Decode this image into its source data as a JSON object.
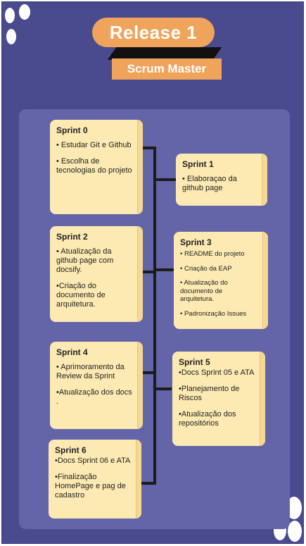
{
  "header": {
    "title": "Release 1",
    "subtitle": "Scrum Master"
  },
  "colors": {
    "background": "#4a4a8e",
    "panel": "#6464a8",
    "accent": "#f0a35a",
    "card": "#fde9b2"
  },
  "sprints": [
    {
      "title": "Sprint 0",
      "items": [
        "• Estudar Git e Github",
        "•  Escolha de tecnologias do projeto"
      ]
    },
    {
      "title": "Sprint 1",
      "items": [
        "• Elaboraçao da github page"
      ]
    },
    {
      "title": "Sprint 2",
      "items": [
        "• Atualização da github page com docsify.",
        "•Criação  do documento de arquitetura."
      ]
    },
    {
      "title": "Sprint 3",
      "items": [
        "• README do projeto",
        "• Criação da EAP",
        "• Atualização do documento de arquitetura.",
        "• Padronização Issues"
      ]
    },
    {
      "title": "Sprint 4",
      "items": [
        "• Aprimoramento da Review da Sprint",
        "•Atualização dos docs ."
      ]
    },
    {
      "title": "Sprint 5",
      "items": [
        "•Docs Sprint 05 e ATA",
        "•Planejamento de Riscos",
        "•Atualização dos repositórios"
      ]
    },
    {
      "title": "Sprint 6",
      "items": [
        "•Docs Sprint 06 e ATA",
        "•Finalização HomePage e pag de cadastro"
      ]
    }
  ]
}
